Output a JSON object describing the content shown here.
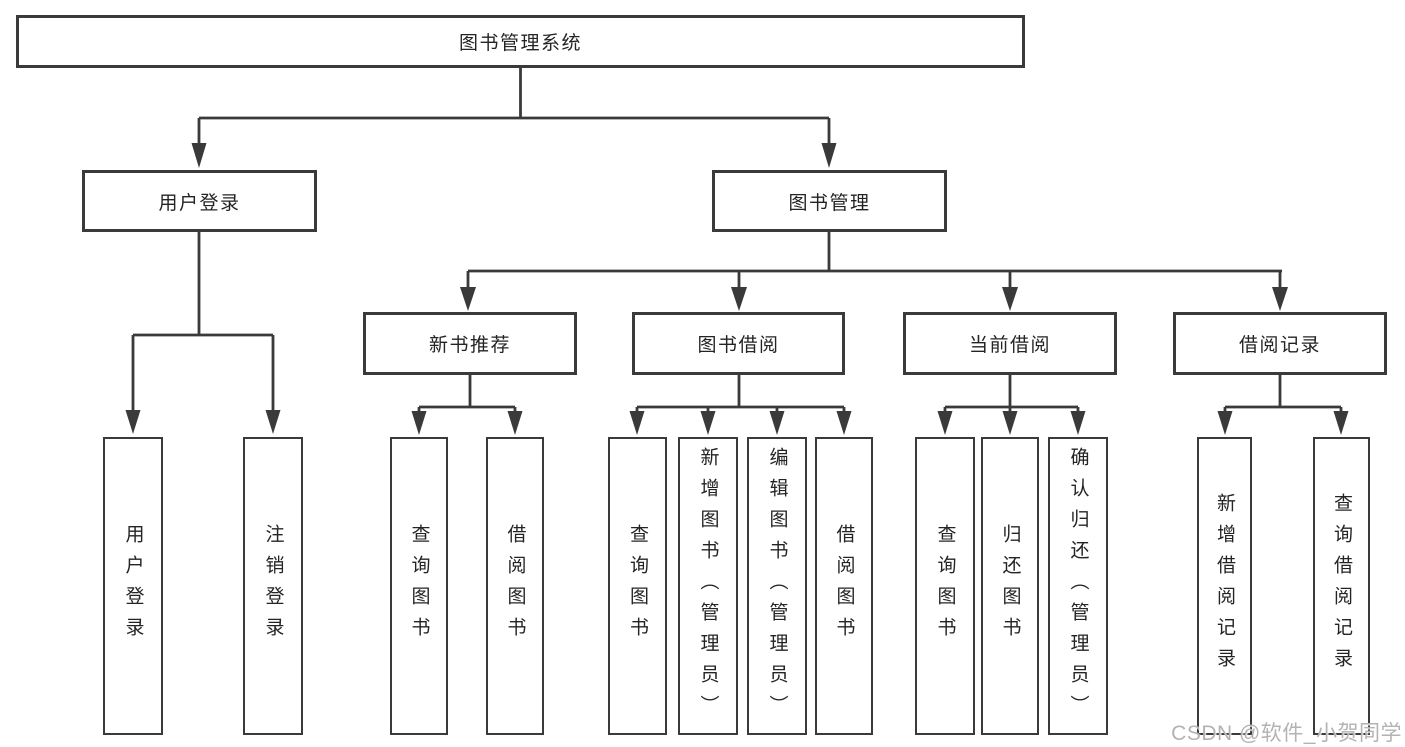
{
  "tree": {
    "root": {
      "label": "图书管理系统",
      "children": [
        {
          "label": "用户登录",
          "children": [
            {
              "label": "用户登录"
            },
            {
              "label": "注销登录"
            }
          ]
        },
        {
          "label": "图书管理",
          "children": [
            {
              "label": "新书推荐",
              "children": [
                {
                  "label": "查询图书"
                },
                {
                  "label": "借阅图书"
                }
              ]
            },
            {
              "label": "图书借阅",
              "children": [
                {
                  "label": "查询图书"
                },
                {
                  "label": "新增图书（管理员）"
                },
                {
                  "label": "编辑图书（管理员）"
                },
                {
                  "label": "借阅图书"
                }
              ]
            },
            {
              "label": "当前借阅",
              "children": [
                {
                  "label": "查询图书"
                },
                {
                  "label": "归还图书"
                },
                {
                  "label": "确认归还（管理员）"
                }
              ]
            },
            {
              "label": "借阅记录",
              "children": [
                {
                  "label": "新增借阅记录"
                },
                {
                  "label": "查询借阅记录"
                }
              ]
            }
          ]
        }
      ]
    },
    "colors": {
      "line": "#3a3a3a",
      "text": "#242424",
      "background": "#ffffff",
      "watermark_color": "#b3b3b3"
    },
    "watermark": {
      "text": "CSDN @软件_小贺同学"
    }
  }
}
